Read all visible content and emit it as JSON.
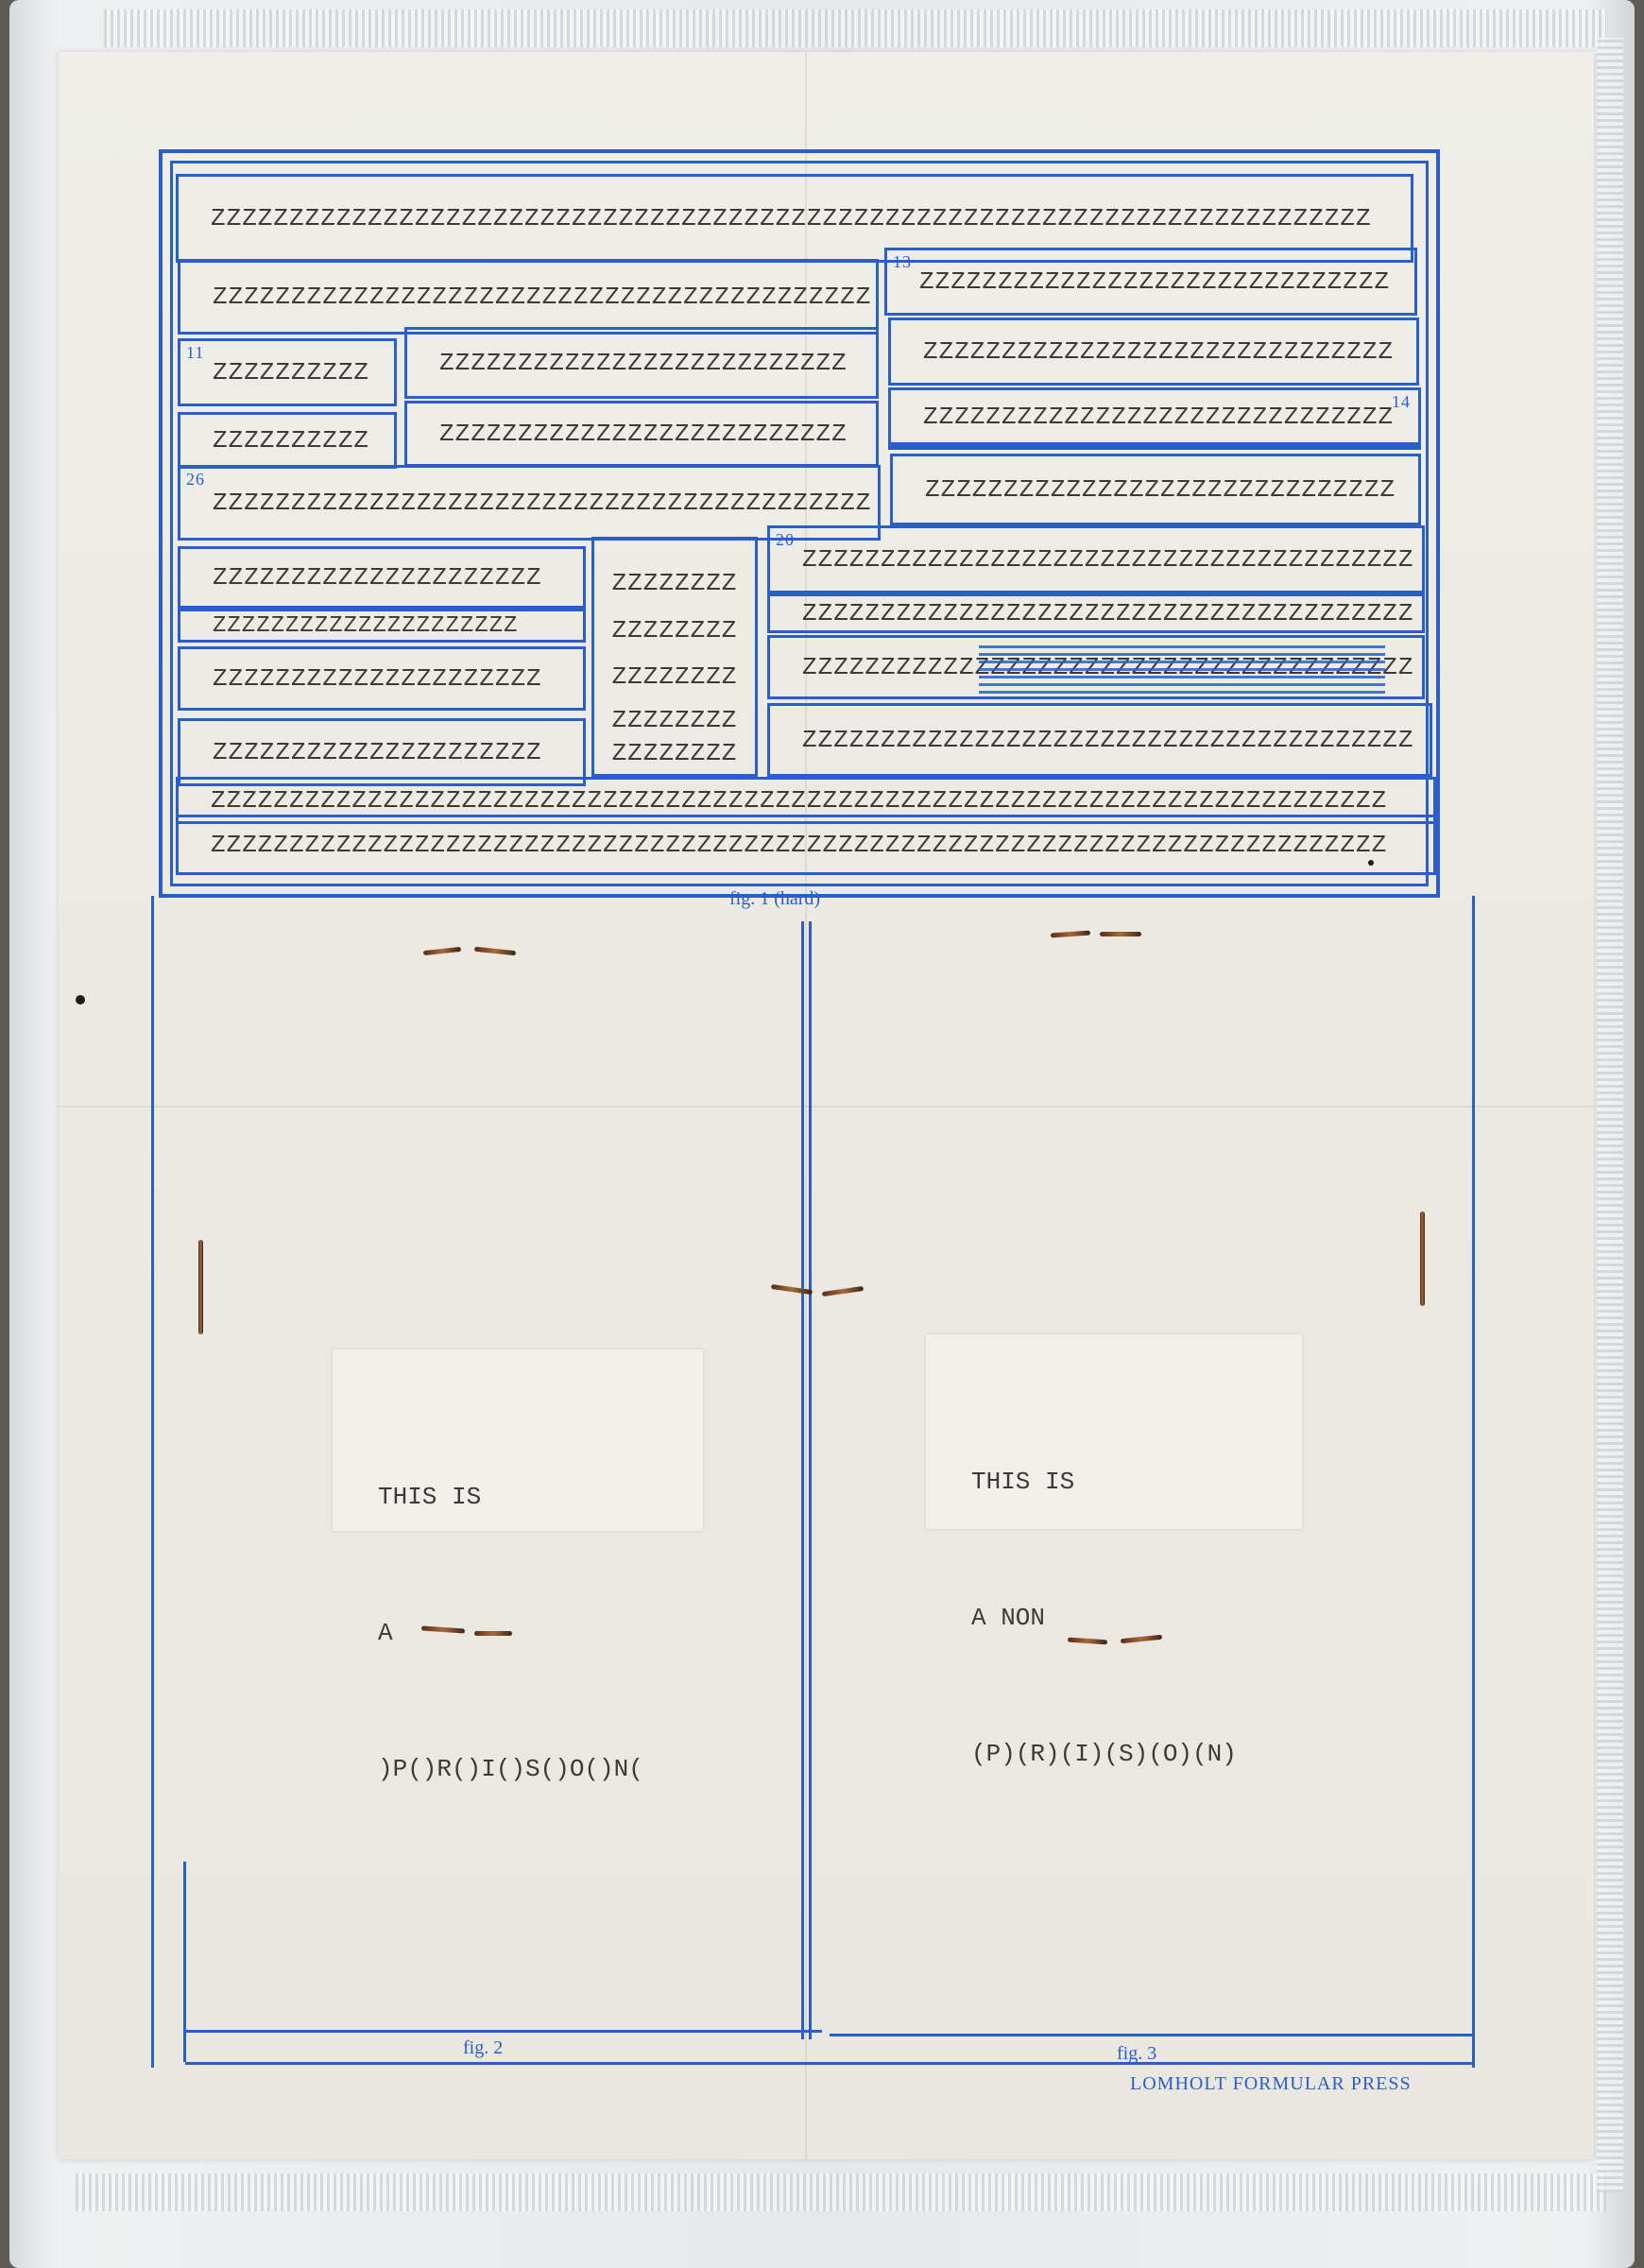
{
  "form": {
    "rows": {
      "r1": "ZZZZZZZZZZZZZZZZZZZZZZZZZZZZZZZZZZZZZZZZZZZZZZZZZZZZZZZZZZZZZZZZZZZZZZZZZZ",
      "r2_left": "ZZZZZZZZZZZZZZZZZZZZZZZZZZZZZZZZZZZZZZZZZZ",
      "r2_right": "ZZZZZZZZZZZZZZZZZZZZZZZZZZZZZZ",
      "r3_a": "ZZZZZZZZZZ",
      "r3_b": "ZZZZZZZZZZZZZZZZZZZZZZZZZZ",
      "r3_right": "ZZZZZZZZZZZZZZZZZZZZZZZZZZZZZZ",
      "r4_a": "ZZZZZZZZZZ",
      "r4_b": "ZZZZZZZZZZZZZZZZZZZZZZZZZZ",
      "r4_right": "ZZZZZZZZZZZZZZZZZZZZZZZZZZZZZZ",
      "r5_left": "ZZZZZZZZZZZZZZZZZZZZZZZZZZZZZZZZZZZZZZZZZZ",
      "r5_right": "ZZZZZZZZZZZZZZZZZZZZZZZZZZZZZZ",
      "g_left": [
        "ZZZZZZZZZZZZZZZZZZZZZ",
        "ZZZZZZZZZZZZZZZZZZZZZ",
        "ZZZZZZZZZZZZZZZZZZZZZ",
        "ZZZZZZZZZZZZZZZZZZZZZ"
      ],
      "g_mid": [
        "ZZZZZZZZ",
        "ZZZZZZZZ",
        "ZZZZZZZZ",
        "ZZZZZZZZ",
        "ZZZZZZZZ"
      ],
      "g_right": [
        "ZZZZZZZZZZZZZZZZZZZZZZZZZZZZZZZZZZZZZZZ",
        "ZZZZZZZZZZZZZZZZZZZZZZZZZZZZZZZZZZZZZZZ",
        "ZZZZZZZZZZZZZZZZZZZZZZZZZZZZZZZZZZZZZZZ",
        "ZZZZZZZZZZZZZZZZZZZZZZZZZZZZZZZZZZZZZZZ"
      ],
      "b1": "ZZZZZZZZZZZZZZZZZZZZZZZZZZZZZZZZZZZZZZZZZZZZZZZZZZZZZZZZZZZZZZZZZZZZZZZZZZZ",
      "b2": "ZZZZZZZZZZZZZZZZZZZZZZZZZZZZZZZZZZZZZZZZZZZZZZZZZZZZZZZZZZZZZZZZZZZZZZZZZZZ"
    },
    "numbers": {
      "n13": "13",
      "n11": "11",
      "n14": "14",
      "n26": "26",
      "n20": "20"
    }
  },
  "captions": {
    "fig1": "fig. 1 (hard)",
    "fig2": "fig. 2",
    "fig3": "fig. 3",
    "publisher": "LOMHOLT FORMULAR PRESS"
  },
  "labels": {
    "left": [
      "THIS IS",
      "A",
      ")P()R()I()S()O()N("
    ],
    "right": [
      "THIS IS",
      "A NON",
      "(P)(R)(I)(S)(O)(N)"
    ]
  },
  "colors": {
    "ink_blue": "#2a5fc9",
    "paper": "#ebe9e2",
    "type": "#3b3a38"
  }
}
